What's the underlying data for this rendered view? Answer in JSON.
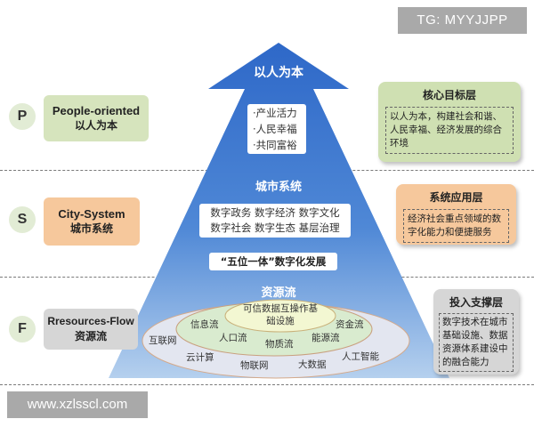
{
  "watermark_top": "TG: MYYJJPP",
  "watermark_bottom": "www.xzlsscl.com",
  "pyramid": {
    "top_label": "以人为本",
    "top_items": [
      "·产业活力",
      "·人民幸福",
      "·共同富裕"
    ],
    "middle_label": "城市系统",
    "middle_items_row1": [
      "数字政务",
      "数字经济",
      "数字文化"
    ],
    "middle_items_row2": [
      "数字社会",
      "数字生态",
      "基层治理"
    ],
    "middle_banner": "“五位一体”数字化发展",
    "bottom_label": "资源流",
    "core_text_line1": "可信数据互操作基",
    "core_text_line2": "础设施",
    "flow_labels": {
      "info": "信息流",
      "fund": "资金流",
      "people": "人口流",
      "energy": "能源流",
      "material": "物质流",
      "internet": "互联网",
      "cloud": "云计算",
      "iot": "物联网",
      "bigdata": "大数据",
      "ai": "人工智能"
    }
  },
  "left_layers": [
    {
      "letter": "P",
      "en": "People-oriented",
      "zh": "以人为本"
    },
    {
      "letter": "S",
      "en": "City-System",
      "zh": "城市系统"
    },
    {
      "letter": "F",
      "en": "Rresources-Flow",
      "zh": "资源流"
    }
  ],
  "right_layers": [
    {
      "title": "核心目标层",
      "text": "以人为本，构建社会和谐、人民幸福、经济发展的综合环境"
    },
    {
      "title": "系统应用层",
      "text": "经济社会重点领域的数字化能力和便捷服务"
    },
    {
      "title": "投入支撑层",
      "text": "数字技术在城市基础设施、数据资源体系建设中的融合能力"
    }
  ],
  "colors": {
    "pyramid_top": "#2e68c8",
    "pyramid_bottom": "#b5d0ee",
    "left_box_P": "#d6e4bd",
    "left_box_S": "#f6c89c",
    "left_box_F": "#d6d6d6",
    "right_box_1": "#cfe0b2",
    "right_box_2": "#f6c89c",
    "right_box_3": "#d6d6d6",
    "ellipse_outer": "#e3e6f0",
    "ellipse_mid": "#d9ebcf",
    "ellipse_core": "#f3f7d2"
  }
}
